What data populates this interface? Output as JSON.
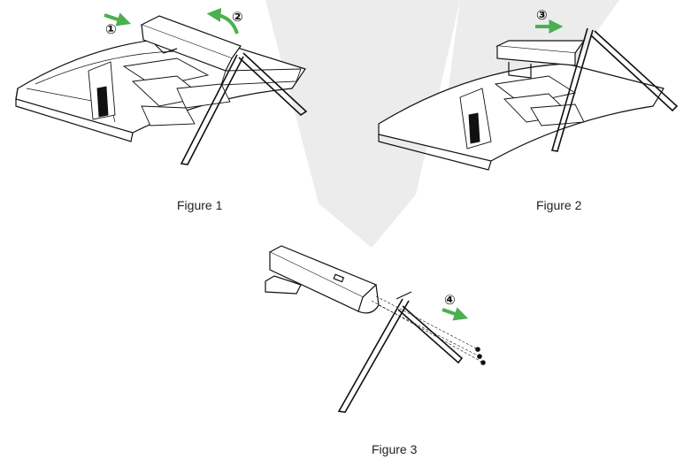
{
  "figures": [
    {
      "caption": "Figure 1",
      "steps": [
        "①",
        "②"
      ]
    },
    {
      "caption": "Figure 2",
      "steps": [
        "③"
      ]
    },
    {
      "caption": "Figure 3",
      "steps": [
        "④"
      ]
    }
  ],
  "colors": {
    "arrow": "#4caf50",
    "line": "#111111",
    "watermark": "#ececec"
  },
  "icons": [
    "monitor-back-icon",
    "stand-icon",
    "screw-icon",
    "arrow-icon"
  ]
}
